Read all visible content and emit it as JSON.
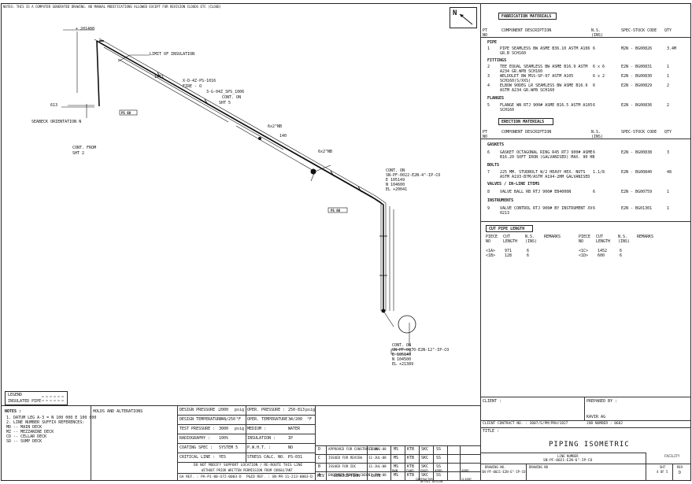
{
  "top_note": "NOTES: THIS IS A COMPUTER GENERATED DRAWING. NO MANUAL MODIFICATIONS ALLOWED EXCEPT FOR REVISION CLOUDS ETC (CLOUD)",
  "north": "N",
  "drawing_labels": {
    "coord1": "+ 201400",
    "limit": "LIMIT OF INSULATION",
    "pipe_ref1": "X-D-4Z-PS-1016",
    "pipe_ref2": "FIRE - O",
    "pipe_ref3": "3-G-04Z_SPS_1006",
    "cont_on1": "CONT. ON",
    "sht5": "SHT 5",
    "dim_613": "613",
    "dim_1471": "1471",
    "pt_80": "PS 60",
    "seabeck": "SEABECK ORIENTATION N",
    "cont_from": "CONT. FROM",
    "sht2": "SHT 2",
    "note_140": "140",
    "note_6x2": "6x2\"NB",
    "note_6x2b": "6x2\"NB",
    "cont_on2": "CONT. ON",
    "cont_on2_ref": "SN-PF-0022-E2N-4\"-IP-CO",
    "cont_on2_e": "E 105149",
    "cont_on2_n": "N 104600",
    "cont_on2_el": "EL +20041",
    "cont_on3": "CONT. ON",
    "cont_on3_ref": "SN-PF-0070-E2N-12\"-IP-CO",
    "cont_on3_e": "E 105149",
    "cont_on3_n": "N 104500",
    "cont_on3_el": "EL +21389"
  },
  "fabrication": {
    "title": "FABRICATION MATERIALS",
    "headers": [
      "PT NO",
      "COMPONENT DESCRIPTION",
      "N.S. (INS)",
      "SPEC-STOCK CODE",
      "QTY"
    ],
    "groups": [
      {
        "name": "PIPE",
        "rows": [
          {
            "pt": "1",
            "desc": "PIPE SEAMLESS BW ASME B36.10 ASTM A106",
            "desc2": "GR.B SCH160",
            "ns": "6",
            "spec": "M2N  -  BG00826",
            "qty": "3.4M"
          }
        ]
      },
      {
        "name": "FITTINGS",
        "rows": [
          {
            "pt": "2",
            "desc": "TEE EQUAL SEAMLESS BW ASME B16.9 ASTM",
            "desc2": "A234 GR.WPB SCH160",
            "ns": "6 x 6",
            "spec": "E2N  -  BG00831",
            "qty": "1"
          },
          {
            "pt": "3",
            "desc": "WELDOLET BW MSS-SP-97 ASTM A105",
            "desc2": "SCH160(S/XXS)",
            "ns": "6 x 2",
            "spec": "E2N  -  BG00830",
            "qty": "1"
          },
          {
            "pt": "4",
            "desc": "ELBOW 90DEG LR SEAMLESS BW ASME B16.9",
            "desc2": "ASTM A234 GR.WPB SCH160",
            "ns": "6",
            "spec": "E2N  -  BG00829",
            "qty": "2"
          }
        ]
      },
      {
        "name": "FLANGES",
        "rows": [
          {
            "pt": "5",
            "desc": "FLANGE WN RTJ 900# ASME B16.5 ASTM A105",
            "desc2": "SCH160",
            "ns": "6",
            "spec": "E2N  -  BG00836",
            "qty": "2"
          }
        ]
      }
    ]
  },
  "erection": {
    "title": "ERECTION MATERIALS",
    "headers": [
      "PT NO",
      "COMPONENT DESCRIPTION",
      "N.S. (INS)",
      "SPEC-STOCK CODE",
      "QTY"
    ],
    "groups": [
      {
        "name": "GASKETS",
        "rows": [
          {
            "pt": "6",
            "desc": "GASKET OCTAGONAL RING R45 RTJ 900# ASME",
            "desc2": "B16.20 SOFT IRON (GALVANISED) MAX. 90 HB",
            "ns": "6",
            "spec": "E2N  -  BG00838",
            "qty": "3"
          }
        ]
      },
      {
        "name": "BOLTS",
        "rows": [
          {
            "pt": "7",
            "desc": "225 MM. STUDBOLT W/2 HEAVY HEX. NUTS",
            "desc2": "ASTM A193-B7M/ASTM A194-2HM GALVANISED",
            "ns": "1.1/8",
            "spec": "E2N  -  BG00840",
            "qty": "48"
          }
        ]
      },
      {
        "name": "VALVES / IN-LINE ITEMS",
        "rows": [
          {
            "pt": "8",
            "desc": "VALVE BALL RB RTJ 900# EB4006N",
            "desc2": "",
            "ns": "6",
            "spec": "E2N  -  BG00759",
            "qty": "1"
          }
        ]
      },
      {
        "name": "INSTRUMENTS",
        "rows": [
          {
            "pt": "9",
            "desc": "VALVE CONTROL RTJ 900# BY INSTRUMENT XV",
            "desc2": "0213",
            "ns": "6",
            "spec": "E2N  -  BG01301",
            "qty": "1"
          }
        ]
      }
    ]
  },
  "cut_pipe": {
    "title": "CUT PIPE LENGTH",
    "headers": [
      "PIECE NO",
      "CUT LENGTH",
      "N.S. (INS)",
      "REMARKS",
      "PIECE NO",
      "CUT LENGTH",
      "N.S. (INS)",
      "REMARKS"
    ],
    "rows": [
      [
        "<1A>",
        "971",
        "6",
        "",
        "<1C>",
        "1452",
        "6",
        ""
      ],
      [
        "<1B>",
        "128",
        "6",
        "",
        "<1D>",
        "600",
        "6",
        ""
      ]
    ]
  },
  "legend": {
    "title": "LEGEND",
    "item": "INSULATED PIPE"
  },
  "notes": {
    "title": "NOTES :",
    "lines": [
      "1. DATUM LEG A-3 = N 100 000  E 100 000",
      "2. LINE NUMBER SUFFIX REFERENCES:",
      "   MD -- MAIN DECK",
      "   MZ -- MEZZANINE DECK",
      "   CD -- CELLAR DECK",
      "   SD -- SUMP DECK"
    ]
  },
  "holds_title": "HOLDS AND ALTERATIONS",
  "design": {
    "rows": [
      [
        "DESIGN PRESSURE :",
        "2000",
        "psig",
        "OPER. PRESSURE :",
        "250-813",
        "psig"
      ],
      [
        "DESIGN TEMPERATURE :",
        "-46/250",
        "°F",
        "OPER. TEMPERATURE :",
        "34/200",
        "°F"
      ],
      [
        "TEST PRESSURE :",
        "3000",
        "psig",
        "MEDIUM :",
        "WATER",
        ""
      ],
      [
        "RADIOGRAPHY :",
        "100%",
        "",
        "INSULATION :",
        "IP",
        ""
      ],
      [
        "COATING SPEC :",
        "SYSTEM 5",
        "",
        "P.W.H.T. :",
        "NO",
        ""
      ],
      [
        "CRITICAL LINE :",
        "YES",
        "",
        "STRESS CALC. NO. :",
        "PS-031",
        ""
      ]
    ],
    "warn1": "DO NOT MODIFY SUPPORT LOCATION / RE-ROUTE THIS LINE",
    "warn2": "WITHOUT PRIOR WRITTEN PERMISSION FROM CONSULTANT",
    "ga_ref": "GA REF. :  PA-P1-00-G72-0003-D",
    "pand_ref": "P&ID REF. :  SN-PR-11-213-0003-D"
  },
  "revisions": {
    "rows": [
      [
        "D",
        "APPROVED FOR CONSTRUCTION",
        "13-AUG-08",
        "MS",
        "KTB",
        "SKC",
        "SS"
      ],
      [
        "C",
        "ISSUED FOR REVIEW",
        "11-JUL-08",
        "MS",
        "KTB",
        "SKC",
        "SS"
      ],
      [
        "B",
        "ISSUED FOR IDC",
        "11-JUL-08",
        "MS",
        "KTB",
        "SKC",
        "SS"
      ],
      [
        "A",
        "ENGINEER REVIEW CHECK",
        "11-JUL-08",
        "MS",
        "KTB",
        "SKC",
        "SS"
      ]
    ],
    "headers": [
      "REV",
      "DESCRIPTION",
      "DATE",
      "DWN",
      "CHKD",
      "ENGD",
      "APPD",
      "APPD"
    ],
    "sub1": "CONTRACTOR",
    "sub2": "DETAIL DESIGN",
    "sub3": "CLIENT"
  },
  "title_block": {
    "client": "CLIENT :",
    "prepared": "PREPARED BY :",
    "prepared_name": "KAVIR AG",
    "contract": "CLIENT CONTRACT NO. : 2007/S/PM/PRH/1827",
    "job": "JOB NUMBER : 0602",
    "title_label": "TITLE :",
    "title": "PIPING  ISOMETRIC",
    "line_number_label": "LINE NUMBER",
    "line_number": "SN-PF-0021-E2N-6\"-IP-CO",
    "dwg_label": "DRAWING NO.",
    "dwg_no": "SN-PF-0021-E2N-6\"-IP-CO",
    "drawing_no_label": "DRAWING NO",
    "facility": "FACILITY",
    "sht_label": "SHT",
    "sht": "4 OF 5",
    "rev_label": "REV",
    "rev": "D"
  }
}
